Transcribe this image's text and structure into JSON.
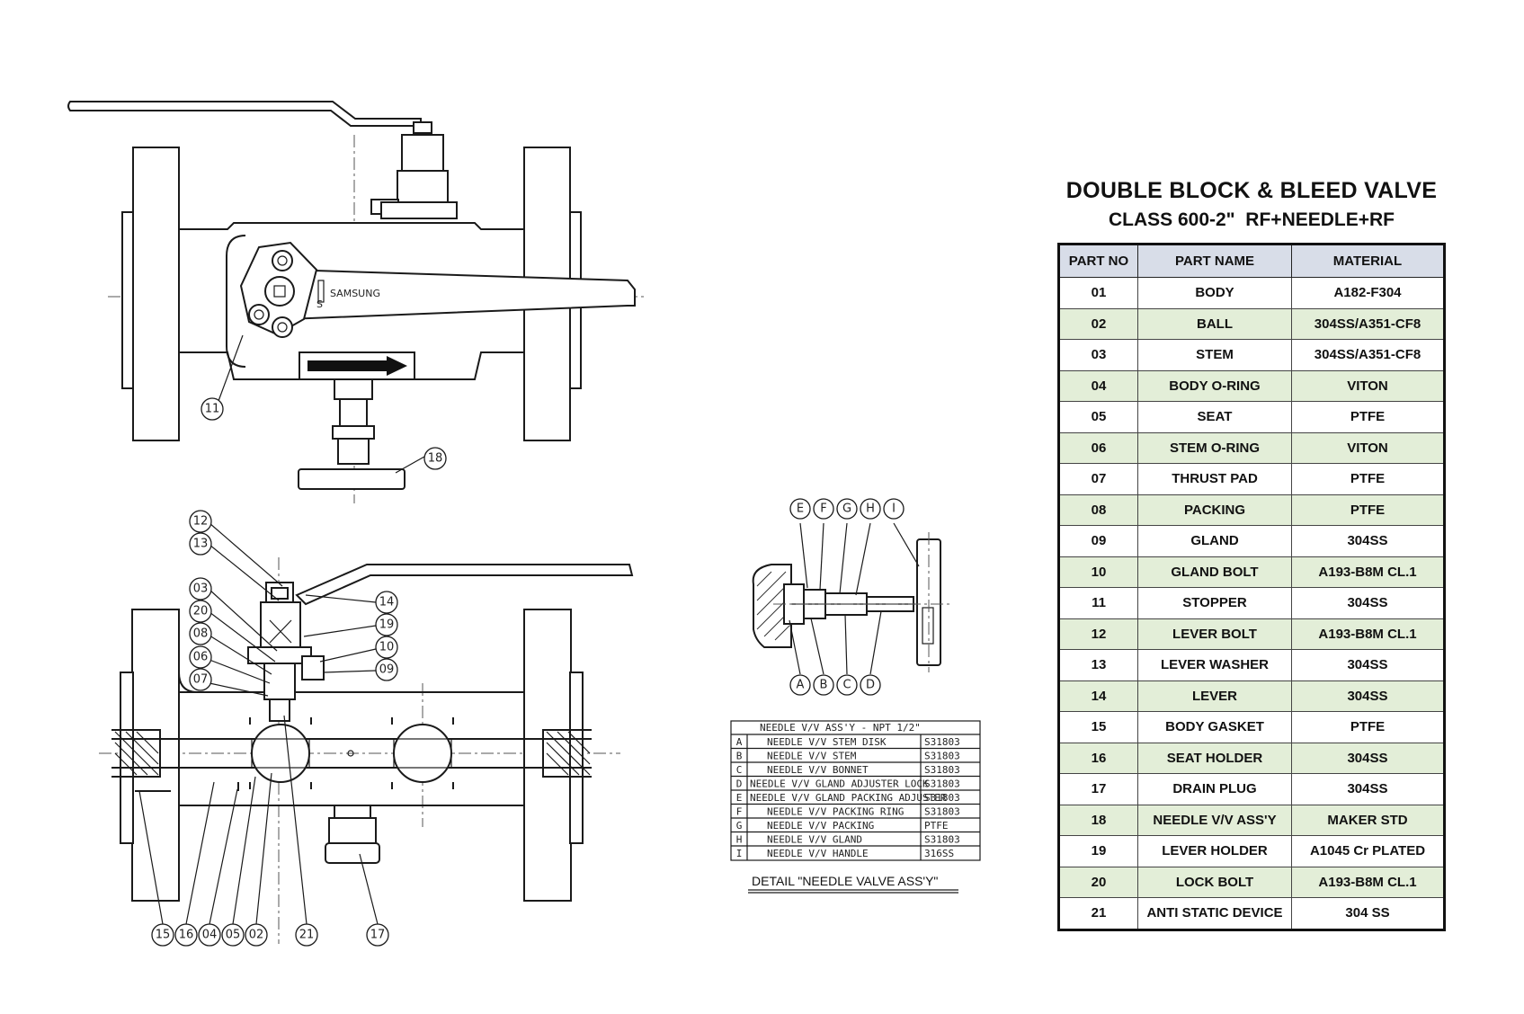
{
  "title": {
    "main": "DOUBLE BLOCK & BLEED VALVE",
    "sub": "CLASS 600-2\"  RF+NEEDLE+RF"
  },
  "table": {
    "headers": [
      "PART NO",
      "PART NAME",
      "MATERIAL"
    ],
    "rows": [
      [
        "01",
        "BODY",
        "A182-F304"
      ],
      [
        "02",
        "BALL",
        "304SS/A351-CF8"
      ],
      [
        "03",
        "STEM",
        "304SS/A351-CF8"
      ],
      [
        "04",
        "BODY O-RING",
        "VITON"
      ],
      [
        "05",
        "SEAT",
        "PTFE"
      ],
      [
        "06",
        "STEM O-RING",
        "VITON"
      ],
      [
        "07",
        "THRUST PAD",
        "PTFE"
      ],
      [
        "08",
        "PACKING",
        "PTFE"
      ],
      [
        "09",
        "GLAND",
        "304SS"
      ],
      [
        "10",
        "GLAND BOLT",
        "A193-B8M CL.1"
      ],
      [
        "11",
        "STOPPER",
        "304SS"
      ],
      [
        "12",
        "LEVER BOLT",
        "A193-B8M CL.1"
      ],
      [
        "13",
        "LEVER WASHER",
        "304SS"
      ],
      [
        "14",
        "LEVER",
        "304SS"
      ],
      [
        "15",
        "BODY GASKET",
        "PTFE"
      ],
      [
        "16",
        "SEAT HOLDER",
        "304SS"
      ],
      [
        "17",
        "DRAIN PLUG",
        "304SS"
      ],
      [
        "18",
        "NEEDLE V/V ASS'Y",
        "MAKER STD"
      ],
      [
        "19",
        "LEVER HOLDER",
        "A1045 Cr PLATED"
      ],
      [
        "20",
        "LOCK BOLT",
        "A193-B8M CL.1"
      ],
      [
        "21",
        "ANTI STATIC DEVICE",
        "304 SS"
      ]
    ]
  },
  "top_view": {
    "brand": "SAMSUNG",
    "mark": "S",
    "bubbles": [
      "11",
      "18"
    ]
  },
  "section_view": {
    "bubbles": [
      "12",
      "13",
      "03",
      "20",
      "08",
      "06",
      "07",
      "14",
      "19",
      "10",
      "09",
      "15",
      "16",
      "04",
      "05",
      "02",
      "21",
      "17"
    ]
  },
  "needle_detail": {
    "bubbles_top": [
      "E",
      "F",
      "G",
      "H",
      "I"
    ],
    "bubbles_bottom": [
      "A",
      "B",
      "C",
      "D"
    ],
    "table_title": "NEEDLE V/V ASS'Y - NPT 1/2\"",
    "rows": [
      [
        "A",
        "NEEDLE V/V STEM DISK",
        "S31803"
      ],
      [
        "B",
        "NEEDLE V/V STEM",
        "S31803"
      ],
      [
        "C",
        "NEEDLE V/V BONNET",
        "S31803"
      ],
      [
        "D",
        "NEEDLE V/V GLAND ADJUSTER LOCK",
        "S31803"
      ],
      [
        "E",
        "NEEDLE V/V GLAND PACKING ADJUSTER",
        "S31803"
      ],
      [
        "F",
        "NEEDLE V/V PACKING RING",
        "S31803"
      ],
      [
        "G",
        "NEEDLE V/V PACKING",
        "PTFE"
      ],
      [
        "H",
        "NEEDLE V/V GLAND",
        "S31803"
      ],
      [
        "I",
        "NEEDLE V/V HANDLE",
        "316SS"
      ]
    ],
    "caption": "DETAIL \"NEEDLE VALVE ASS'Y\""
  }
}
